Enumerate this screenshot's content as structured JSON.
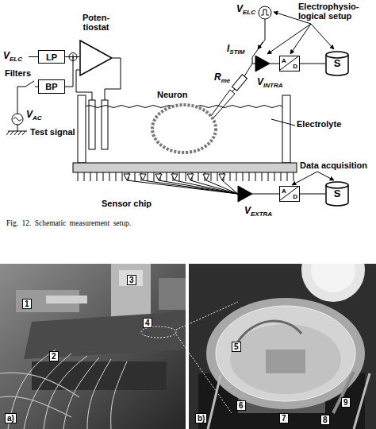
{
  "diagram": {
    "caption": "Fig. 12. Schematic measurement setup.",
    "nodes": [
      {
        "text": [
          "LP"
        ]
      },
      {
        "text": [
          "BP"
        ]
      },
      {
        "text": [
          "Poten- tiostat"
        ]
      },
      {
        "text": [
          "Neuron"
        ]
      },
      {
        "text": [
          "A",
          "D"
        ]
      },
      {
        "text": [
          "S"
        ]
      },
      {
        "text": [
          "A",
          "D"
        ]
      },
      {
        "text": [
          "S"
        ]
      }
    ],
    "edges": [
      {
        "from": 0,
        "to": 2,
        "arrow": "none"
      },
      {
        "from": 1,
        "to": 2,
        "arrow": "none"
      },
      {
        "from": 4,
        "to": 5,
        "arrow": "none"
      },
      {
        "from": 6,
        "to": 7,
        "arrow": "none"
      }
    ],
    "labels": [
      "VELC",
      "Filters",
      "VAC",
      "Test signal",
      "VELC",
      "Electrophysio- logical setup",
      "ISTIM",
      "Rme",
      "VINTRA",
      "Electrolyte",
      "Data acquisition",
      "Sensor chip",
      "VEXTRA",
      "1",
      "2",
      "3",
      "4",
      "a)",
      "5",
      "6",
      "7",
      "8",
      "9",
      "b)"
    ]
  }
}
